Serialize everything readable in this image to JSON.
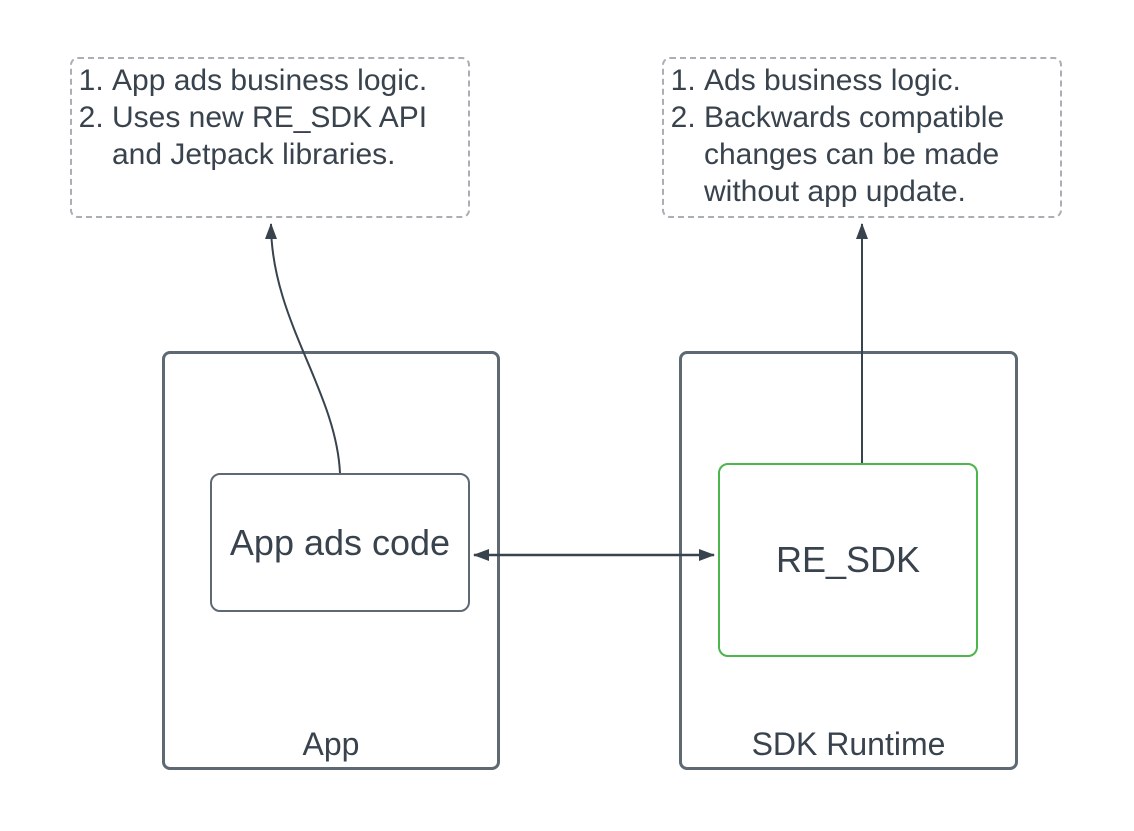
{
  "notes": {
    "left": {
      "items": [
        "App ads business logic.",
        "Uses new RE_SDK API and Jetpack libraries."
      ]
    },
    "right": {
      "items": [
        "Ads business logic.",
        "Backwards compatible changes can be made without app update."
      ]
    }
  },
  "containers": {
    "app": {
      "label": "App"
    },
    "sdk_runtime": {
      "label": "SDK Runtime"
    }
  },
  "boxes": {
    "app_ads_code": {
      "label": "App ads code"
    },
    "re_sdk": {
      "label": "RE_SDK"
    }
  },
  "connectors": [
    {
      "name": "app-ads-code-to-left-note",
      "type": "curved-arrow",
      "from": "App ads code",
      "to": "left note",
      "direction": "up"
    },
    {
      "name": "re-sdk-to-right-note",
      "type": "straight-arrow",
      "from": "RE_SDK",
      "to": "right note",
      "direction": "up"
    },
    {
      "name": "app-ads-code-to-re-sdk",
      "type": "double-headed-arrow",
      "from": "App ads code",
      "to": "RE_SDK",
      "direction": "horizontal"
    }
  ],
  "colors": {
    "text": "#39434e",
    "container_border": "#5e6974",
    "inner_box_border": "#5e6974",
    "re_sdk_border": "#4cb54c",
    "note_border": "#a9afb5",
    "connector": "#39434e",
    "background": "#ffffff"
  }
}
